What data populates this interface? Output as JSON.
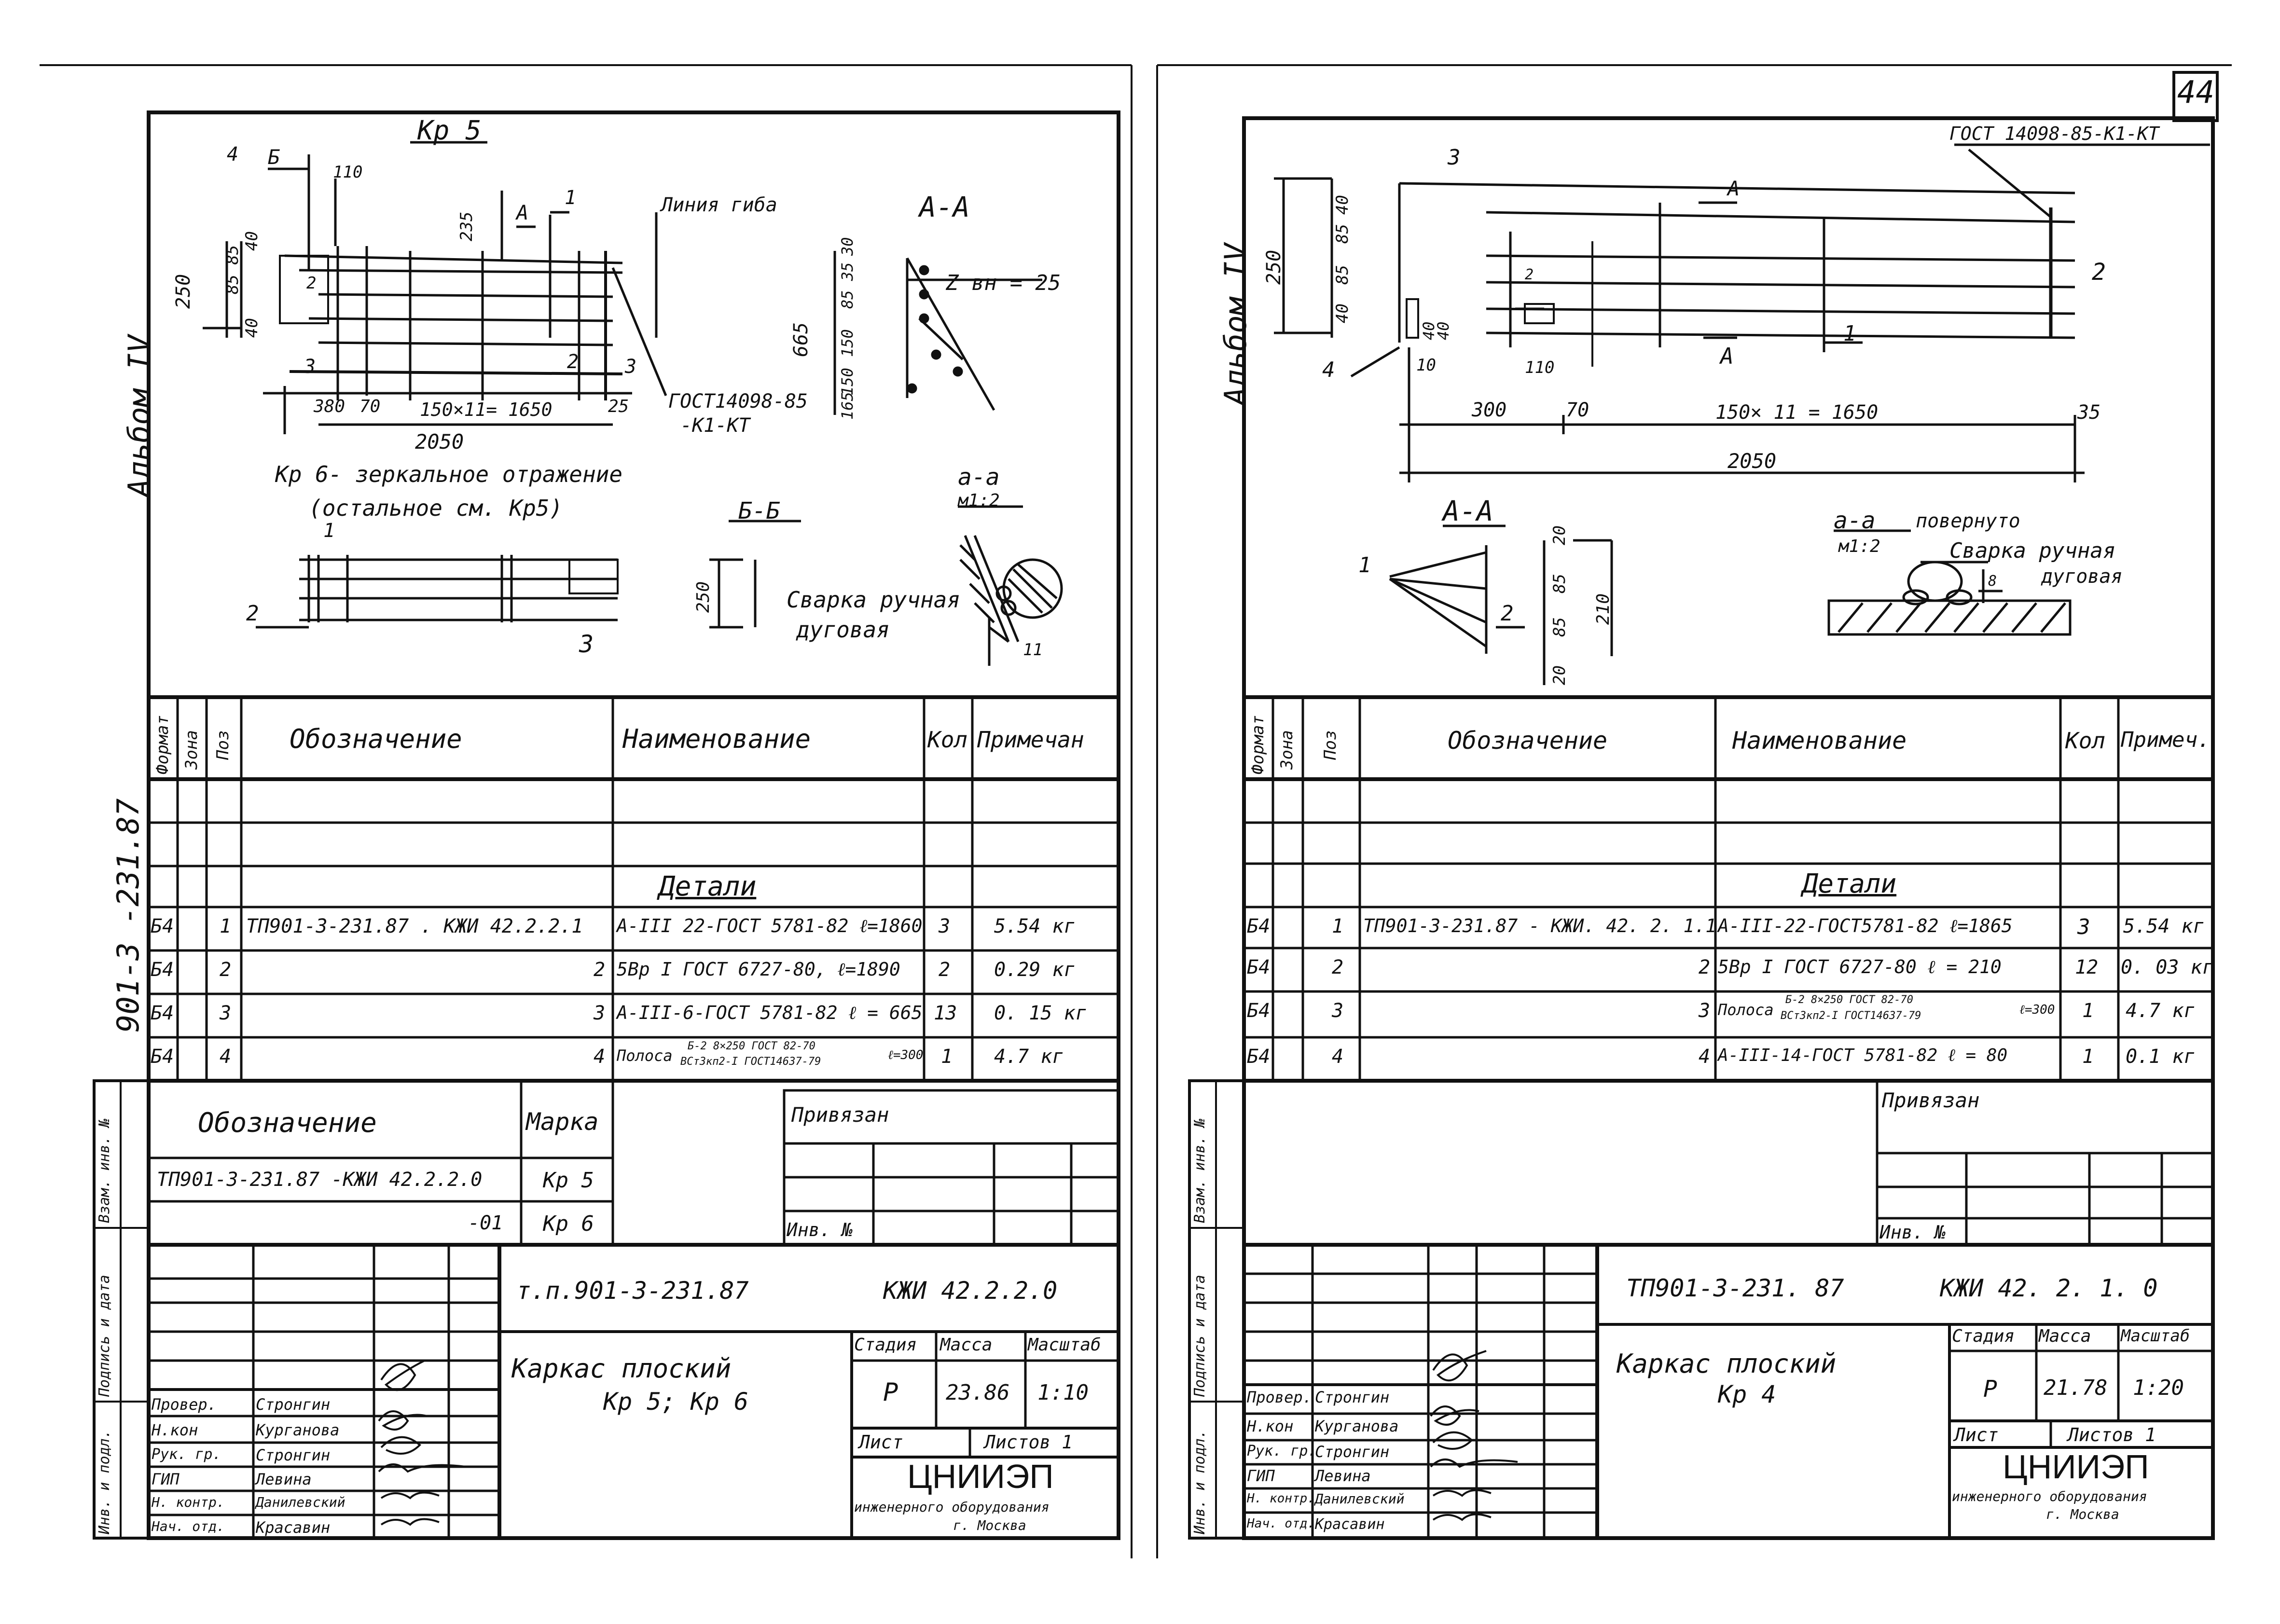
{
  "page_number": "44",
  "left": {
    "vertical": {
      "album": "Альбом IV",
      "code": "901-3 -231.87"
    },
    "stamp_side_labels": [
      "Инв. и подл.",
      "Подпись и дата",
      "Взам. инв. №"
    ],
    "drawing": {
      "title": "Кр 5",
      "section_aa": "А-А",
      "section_bb": "Б-Б",
      "detail_aa": "а-а",
      "detail_scale": "м1:2",
      "mark_a": "А",
      "mark_b": "Б",
      "line_label": "Линия гиба",
      "gost_label": "ГОСТ14098-85",
      "gost_label2": "-К1-КТ",
      "mirror_note": "Кр 6- зеркальное отражение",
      "mirror_note2": "(остальное см. Кр5)",
      "weld_label": "Сварка ручная",
      "weld_label2": "дуговая",
      "gap_label": "Z вн = 25",
      "callouts": [
        "1",
        "2",
        "3",
        "4",
        "2",
        "3",
        "1",
        "2",
        "3"
      ],
      "dims": {
        "d110": "110",
        "d235": "235",
        "d40a": "40",
        "d85": "85 85",
        "d40b": "40",
        "d250": "250",
        "d380": "380",
        "d70": "70",
        "pitch": "150×11= 1650",
        "d25": "25",
        "d2050": "2050",
        "d665": "665",
        "a30": "30",
        "a8535": "85 35",
        "a150a": "150",
        "a150b": "150",
        "a165": "165",
        "b250": "250",
        "d11": "11"
      }
    },
    "spec": {
      "headers": [
        "Формат",
        "Зона",
        "Поз",
        "Обозначение",
        "Наименование",
        "Кол",
        "Примечан"
      ],
      "section": "Детали",
      "rows": [
        {
          "fmt": "Б4",
          "pos": "1",
          "designation": "ТП901-3-231.87 . КЖИ 42.2.2.1",
          "name": "А-III 22-ГОСТ 5781-82 ℓ=1860",
          "qty": "3",
          "note": "5.54 кг"
        },
        {
          "fmt": "Б4",
          "pos": "2",
          "designation": "2",
          "name": "5Вр I ГОСТ 6727-80, ℓ=1890",
          "qty": "2",
          "note": "0.29 кг"
        },
        {
          "fmt": "Б4",
          "pos": "3",
          "designation": "3",
          "name": "А-III-6-ГОСТ 5781-82 ℓ = 665",
          "qty": "13",
          "note": "0. 15 кг"
        },
        {
          "fmt": "Б4",
          "pos": "4",
          "designation": "4",
          "name": "Полоса",
          "name_a": "Б-2 8×250 ГОСТ 82-70",
          "name_b": "ВСт3кп2-I ГОСТ14637-79",
          "name_c": "ℓ=300",
          "qty": "1",
          "note": "4.7 кг"
        }
      ]
    },
    "marks": {
      "header_designation": "Обозначение",
      "header_mark": "Марка",
      "rows": [
        {
          "designation": "ТП901-3-231.87 -КЖИ 42.2.2.0",
          "mark": "Кр 5"
        },
        {
          "designation": "-01",
          "mark": "Кр 6"
        }
      ]
    },
    "bound": {
      "label": "Привязан",
      "inv": "Инв. №"
    },
    "title_block": {
      "doc": "т.п.901-3-231.87",
      "code": "КЖИ 42.2.2.0",
      "name": "Каркас плоский",
      "name2": "Кр 5; Кр 6",
      "stage_h": "Стадия",
      "mass_h": "Масса",
      "scale_h": "Масштаб",
      "stage": "Р",
      "mass": "23.86",
      "scale": "1:10",
      "sheet": "Лист",
      "sheets": "Листов 1",
      "org": "ЦНИИЭП",
      "org2": "инженерного оборудования",
      "org3": "г. Москва",
      "staff": [
        {
          "role": "Провер.",
          "name": "Стронгин"
        },
        {
          "role": "Н.кон",
          "name": "Курганова"
        },
        {
          "role": "Рук. гр.",
          "name": "Стронгин"
        },
        {
          "role": "ГИП",
          "name": "Левина"
        },
        {
          "role": "Н. контр.",
          "name": "Данилевский"
        },
        {
          "role": "Нач. отд.",
          "name": "Красавин"
        }
      ]
    }
  },
  "right": {
    "vertical": {
      "album": "Альбом IV"
    },
    "stamp_side_labels": [
      "Инв. и подл.",
      "Подпись и дата",
      "Взам. инв. №"
    ],
    "drawing": {
      "gost": "ГОСТ 14098-85-К1-КТ",
      "section_aa": "А-А",
      "detail_aa": "а-а",
      "detail_note": "повернуто",
      "detail_scale": "м1:2",
      "weld_label": "Сварка ручная",
      "weld_label2": "дуговая",
      "mark_a": "А",
      "callouts": [
        "3",
        "2",
        "4",
        "1",
        "1",
        "2"
      ],
      "dims": {
        "d250": "250",
        "d40a": "40",
        "d85a": "85",
        "d85b": "85",
        "d40b": "40",
        "d40c": "40",
        "d40d": "40",
        "d10": "10",
        "d110": "110",
        "d300": "300",
        "d70": "70",
        "pitch": "150× 11 = 1650",
        "d35": "35",
        "d2050": "2050",
        "a20a": "20",
        "a85a": "85",
        "a85b": "85",
        "a20b": "20",
        "a210": "210",
        "w8": "8"
      }
    },
    "spec": {
      "headers": [
        "Формат",
        "Зона",
        "Поз",
        "Обозначение",
        "Наименование",
        "Кол",
        "Примеч."
      ],
      "section": "Детали",
      "rows": [
        {
          "fmt": "Б4",
          "pos": "1",
          "designation": "ТП901-3-231.87 - КЖИ. 42. 2. 1.1",
          "name": "А-III-22-ГОСТ5781-82 ℓ=1865",
          "qty": "3",
          "note": "5.54 кг"
        },
        {
          "fmt": "Б4",
          "pos": "2",
          "designation": "2",
          "name": "5Вр I ГОСТ 6727-80 ℓ = 210",
          "qty": "12",
          "note": "0. 03 кг"
        },
        {
          "fmt": "Б4",
          "pos": "3",
          "designation": "3",
          "name": "Полоса",
          "name_a": "Б-2 8×250 ГОСТ 82-70",
          "name_b": "ВСт3кп2-I ГОСТ14637-79",
          "name_c": "ℓ=300",
          "qty": "1",
          "note": "4.7 кг"
        },
        {
          "fmt": "Б4",
          "pos": "4",
          "designation": "4",
          "name": "А-III-14-ГОСТ 5781-82 ℓ = 80",
          "qty": "1",
          "note": "0.1 кг"
        }
      ]
    },
    "bound": {
      "label": "Привязан",
      "inv": "Инв. №"
    },
    "title_block": {
      "doc": "ТП901-3-231. 87",
      "code": "КЖИ 42. 2. 1. 0",
      "name": "Каркас плоский",
      "name2": "Кр 4",
      "stage_h": "Стадия",
      "mass_h": "Масса",
      "scale_h": "Масштаб",
      "stage": "Р",
      "mass": "21.78",
      "scale": "1:20",
      "sheet": "Лист",
      "sheets": "Листов 1",
      "org": "ЦНИИЭП",
      "org2": "инженерного оборудования",
      "org3": "г. Москва",
      "staff": [
        {
          "role": "Провер.",
          "name": "Стронгин"
        },
        {
          "role": "Н.кон",
          "name": "Курганова"
        },
        {
          "role": "Рук. гр.",
          "name": "Стронгин"
        },
        {
          "role": "ГИП",
          "name": "Левина"
        },
        {
          "role": "Н. контр.",
          "name": "Данилевский"
        },
        {
          "role": "Нач. отд.",
          "name": "Красавин"
        }
      ]
    }
  }
}
